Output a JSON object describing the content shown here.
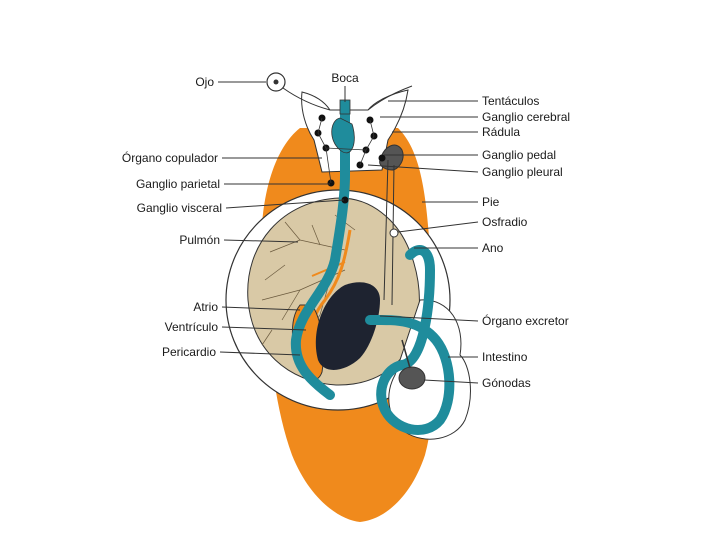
{
  "colors": {
    "foot": "#F08A1C",
    "nerve": "#1F8C9C",
    "dark_organ": "#1E2330",
    "mantle": "#E8DCC0",
    "lung": "#D9C9A6",
    "outline": "#333333",
    "vein": "#6B5A3E"
  },
  "labels_left": {
    "ojo": "Ojo",
    "organo_copulador": "Órgano copulador",
    "ganglio_parietal": "Ganglio parietal",
    "ganglio_visceral": "Ganglio visceral",
    "pulmon": "Pulmón",
    "atrio": "Atrio",
    "ventriculo": "Ventrículo",
    "pericardio": "Pericardio"
  },
  "label_top": {
    "boca": "Boca"
  },
  "labels_right": {
    "tentaculos": "Tentáculos",
    "ganglio_cerebral": "Ganglio cerebral",
    "radula": "Rádula",
    "ganglio_pedal": "Ganglio pedal",
    "ganglio_pleural": "Ganglio pleural",
    "pie": "Pie",
    "osfradio": "Osfradio",
    "ano": "Ano",
    "organo_excretor": "Órgano excretor",
    "intestino": "Intestino",
    "gonodas": "Gónodas"
  }
}
